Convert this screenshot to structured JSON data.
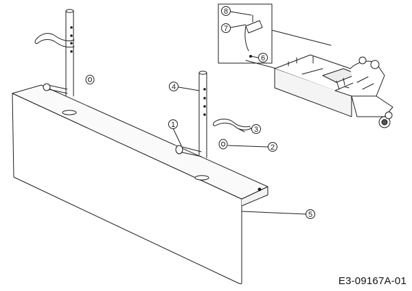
{
  "drawing_code": "E3-09167A-01",
  "callouts": {
    "c1": "1",
    "c2": "2",
    "c3": "3",
    "c4": "4",
    "c5": "5",
    "c6": "6",
    "c7": "7",
    "c8": "8"
  },
  "colors": {
    "ink": "#1a1a1a",
    "shade": "#efefef",
    "dark": "#555555"
  }
}
